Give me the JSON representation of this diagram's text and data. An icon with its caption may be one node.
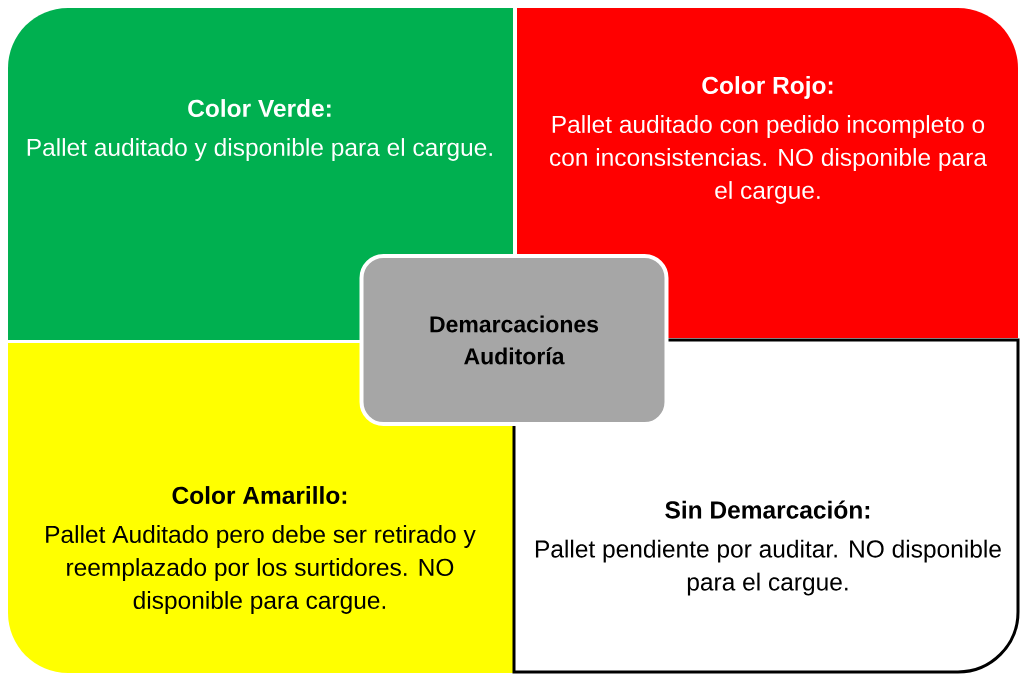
{
  "diagram": {
    "nodes": [
      {
        "text": [
          "Color Verde:",
          "Pallet auditado y disponible para el cargue."
        ]
      },
      {
        "text": [
          "Color Rojo:",
          "Pallet auditado con pedido incompleto o con inconsistencias. NO disponible para el cargue."
        ]
      },
      {
        "text": [
          "Demarcaciones Auditoría"
        ]
      },
      {
        "text": [
          "Color Amarillo:",
          "Pallet Auditado pero debe ser retirado y reemplazado por los surtidores. NO disponible para cargue."
        ]
      },
      {
        "text": [
          "Sin Demarcación:",
          "Pallet pendiente por auditar. NO disponible para el cargue."
        ]
      }
    ]
  }
}
